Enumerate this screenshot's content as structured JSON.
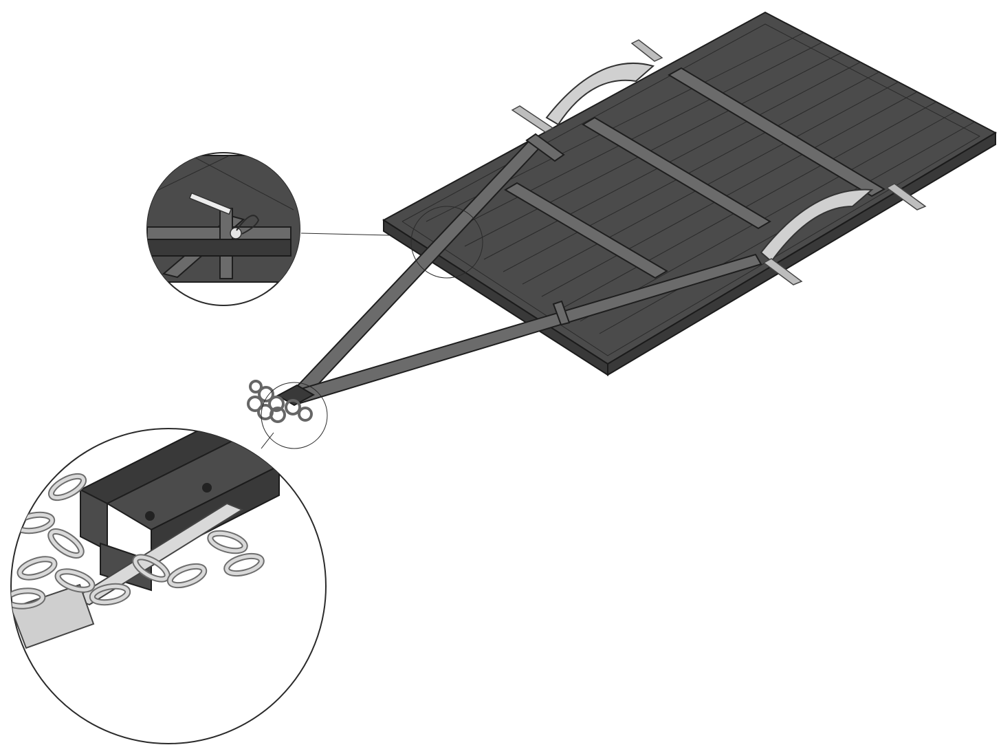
{
  "figure": {
    "main_view": "trailer-assembly",
    "callouts": [
      "tongue-pin-detail",
      "coupler-chain-detail"
    ]
  }
}
